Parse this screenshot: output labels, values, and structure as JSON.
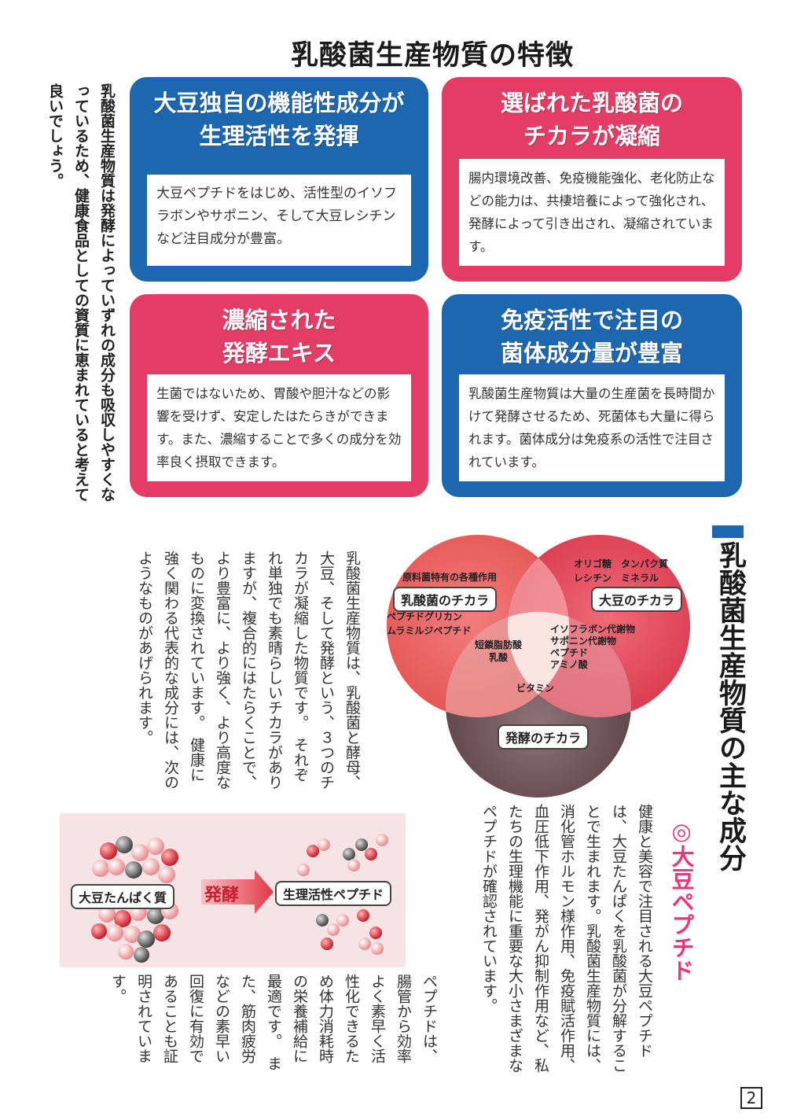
{
  "title": "乳酸菌生産物質の特徴",
  "intro": "乳酸菌生産物質は発酵によっていずれの成分も吸収しやすくなっているため、健康食品としての資質に恵まれていると考えて良いでしょう。",
  "cards": [
    {
      "title_line1": "大豆独自の機能性成分が",
      "title_line2": "生理活性を発揮",
      "body": "大豆ペプチドをはじめ、活性型のイソフラボンやサポニン、そして大豆レシチンなど注目成分が豊富。"
    },
    {
      "title_line1": "選ばれた乳酸菌の",
      "title_line2": "チカラが凝縮",
      "body": "腸内環境改善、免疫機能強化、老化防止などの能力は、共棲培養によって強化され、発酵によって引き出され、凝縮されています。"
    },
    {
      "title_line1": "濃縮された",
      "title_line2": "発酵エキス",
      "body": "生菌ではないため、胃酸や胆汁などの影響を受けず、安定したはたらきができます。また、濃縮することで多くの成分を効率良く摂取できます。"
    },
    {
      "title_line1": "免疫活性で注目の",
      "title_line2": "菌体成分量が豊富",
      "body": "乳酸菌生産物質は大量の生産菌を長時間かけて発酵させるため、死菌体も大量に得られます。菌体成分は免疫系の活性で注目されています。"
    }
  ],
  "section_heading": "乳酸菌生産物質の主な成分",
  "middle_text": "乳酸菌生産物質は、乳酸菌と酵母、大豆、そして発酵という、３つのチカラが凝縮した物質です。　それぞれ単独でも素晴らしいチカラがありますが、複合的にはたらくことで、より豊富に、より強く、より高度なものに変換されています。　健康に強く関わる代表的な成分には、次のようなものがあげられます。",
  "venn": {
    "lactic_label": "乳酸菌のチカラ",
    "lactic_note": "原料菌特有の各種作用",
    "lactic_items": [
      "ペプチドグリカン",
      "ムラミルジペプチド"
    ],
    "soy_label": "大豆のチカラ",
    "soy_items": [
      "オリゴ糖　タンパク質",
      "レシチン　ミネラル"
    ],
    "ferment_label": "発酵のチカラ",
    "center_right": [
      "イソフラボン代謝物",
      "サポニン代謝物",
      "ペプチド",
      "アミノ酸"
    ],
    "center_left": [
      "短鎖脂肪酸",
      "乳酸"
    ],
    "center_bottom": "ビタミン"
  },
  "subheading": "◎大豆ペプチド",
  "peptide_text1": "健康と美容で注目される大豆ペプチドは、大豆たんぱくを乳酸菌が分解することで生まれます。乳酸菌生産物質には、消化管ホルモン様作用、免疫賦活作用、血圧低下作用、発がん抑制作用など、私たちの生理機能に重要な大小さまざまなペプチドが確認されています。",
  "peptide_text2": "ペプチドは、腸管から効率よく素早く活性化できるため体力消耗時の栄養補給に最適です。　また、筋肉疲労などの素早い回復に有効であることも証明されています。",
  "diagram": {
    "left_label": "大豆たんぱく質",
    "arrow_label": "発酵",
    "right_label": "生理活性ペプチド"
  },
  "page_number": "2",
  "colors": {
    "blue": "#1d67b1",
    "pink": "#e33d65",
    "accent": "#e9387a"
  }
}
